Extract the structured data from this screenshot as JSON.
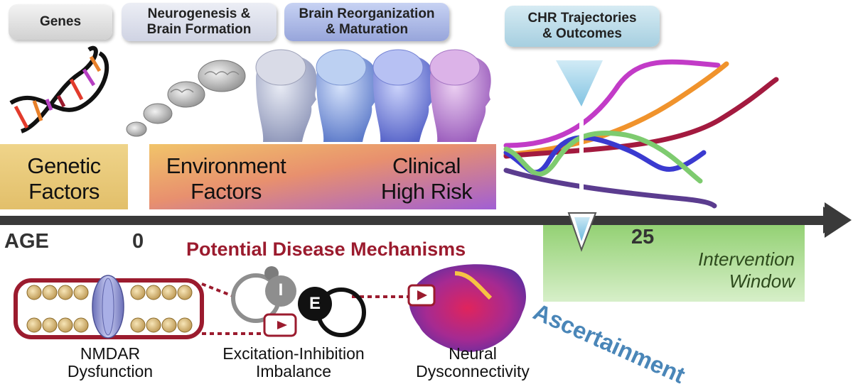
{
  "stages": [
    {
      "label": "Genes"
    },
    {
      "label": "Neurogenesis &\nBrain Formation"
    },
    {
      "label": "Brain Reorganization\n& Maturation"
    },
    {
      "label": "CHR Trajectories\n& Outcomes"
    }
  ],
  "factors": {
    "genetic": "Genetic\nFactors",
    "environment": "Environment\nFactors",
    "clinical": "Clinical\nHigh Risk"
  },
  "timeline": {
    "age_label": "AGE",
    "zero_label": "0",
    "twentyfive_label": "25",
    "intervention_label": "Intervention\nWindow",
    "ascertainment_label": "Ascertainment"
  },
  "mechanisms": {
    "title": "Potential Disease Mechanisms",
    "items": [
      {
        "label": "NMDAR\nDysfunction"
      },
      {
        "label": "Excitation-Inhibition\nImbalance"
      },
      {
        "label": "Neural\nDysconnectivity"
      }
    ],
    "ei_labels": {
      "inhibitory": "I",
      "excitatory": "E"
    }
  },
  "colors": {
    "title_red": "#9b1b2e",
    "ascertainment_blue": "#4a86b8",
    "intervention_green": "#a9d88a",
    "trajectory_magenta": "#c23bc7",
    "trajectory_orange": "#f0932c",
    "trajectory_crimson": "#a31a3f",
    "trajectory_green": "#7ecb6f",
    "trajectory_blue": "#3a3ad0",
    "trajectory_purple": "#5b3c8f"
  }
}
